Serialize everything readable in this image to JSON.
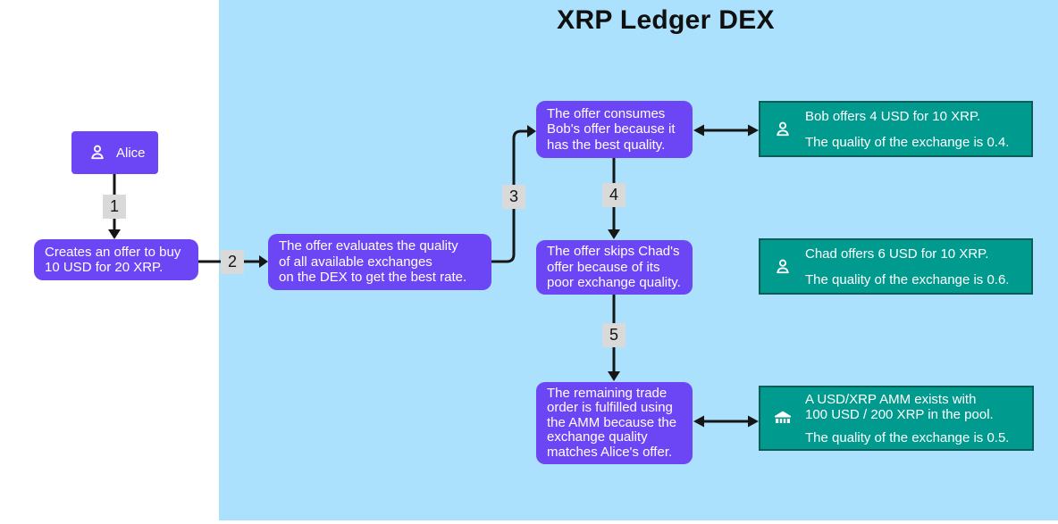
{
  "title": "XRP Ledger DEX",
  "colors": {
    "purple_node": "#6C45F4",
    "teal_card": "#009B8E",
    "teal_card_border": "#0B5D56",
    "panel_background": "#ABE1FC",
    "badge_background": "#D9D9D9",
    "connector": "#161616"
  },
  "actor": {
    "label": "Alice",
    "icon": "person-icon"
  },
  "badges": {
    "b1": "1",
    "b2": "2",
    "b3": "3",
    "b4": "4",
    "b5": "5"
  },
  "flow": {
    "create_offer": "Creates an offer to buy\n10 USD for 20 XRP.",
    "evaluate": "The offer evaluates the quality\nof all available exchanges\non the DEX to get the best rate.",
    "consume_bob": "The offer consumes\nBob's offer because it\nhas the best quality.",
    "skip_chad": "The offer skips Chad's\noffer because of its\npoor exchange quality.",
    "amm_fulfill": "The remaining trade\norder is fulfilled using\nthe AMM because the\nexchange quality\nmatches Alice's offer."
  },
  "offers": {
    "bob": {
      "icon": "person-icon",
      "line1": "Bob offers 4 USD for 10 XRP.",
      "line2": "The quality of the exchange is 0.4."
    },
    "chad": {
      "icon": "person-icon",
      "line1": "Chad offers 6 USD for 10 XRP.",
      "line2": "The quality of the exchange is 0.6."
    },
    "amm": {
      "icon": "bank-icon",
      "line1": "A USD/XRP AMM exists with\n100 USD / 200 XRP in the pool.",
      "line2": "The quality of the exchange is 0.5."
    }
  }
}
